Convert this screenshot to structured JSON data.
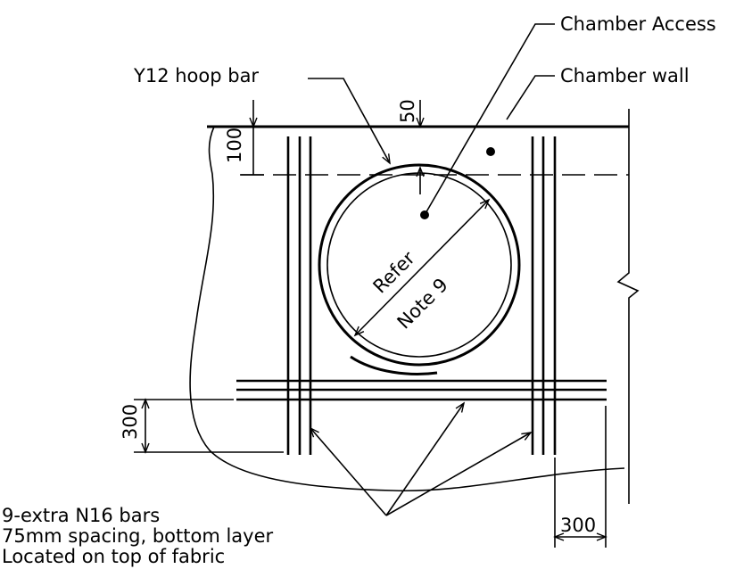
{
  "labels": {
    "chamber_access": "Chamber Access",
    "chamber_wall": "Chamber wall",
    "hoop_bar": "Y12 hoop bar",
    "refer": "Refer",
    "note": "Note 9",
    "dim_50": "50",
    "dim_100": "100",
    "dim_300_left": "300",
    "dim_300_bottom": "300",
    "extra_bars_line1": "9-extra N16 bars",
    "extra_bars_line2": "75mm spacing, bottom layer",
    "extra_bars_line3": "Located on top of fabric"
  }
}
